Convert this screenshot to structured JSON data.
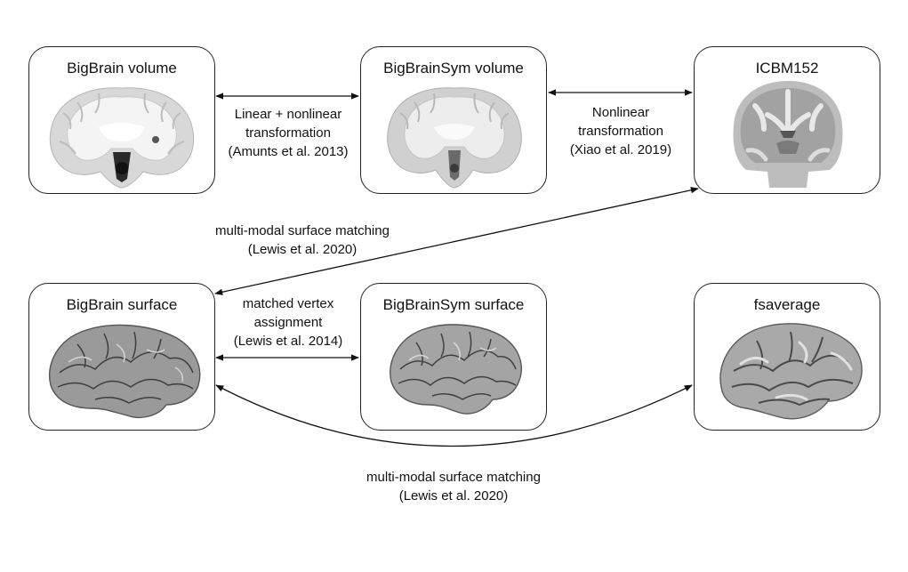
{
  "boxes": {
    "bigbrain_volume": {
      "title": "BigBrain volume"
    },
    "bigbrainsym_volume": {
      "title": "BigBrainSym volume"
    },
    "icbm152": {
      "title": "ICBM152"
    },
    "bigbrain_surface": {
      "title": "BigBrain surface"
    },
    "bigbrainsym_surface": {
      "title": "BigBrainSym surface"
    },
    "fsaverage": {
      "title": "fsaverage"
    }
  },
  "edges": {
    "linear_nonlinear": [
      "Linear + nonlinear",
      "transformation",
      "(Amunts et al. 2013)"
    ],
    "nonlinear": [
      "Nonlinear",
      "transformation",
      "(Xiao et al. 2019)"
    ],
    "mmsm_upper": [
      "multi-modal surface matching",
      "(Lewis et al. 2020)"
    ],
    "matched_vertex": [
      "matched vertex",
      "assignment",
      "(Lewis et al. 2014)"
    ],
    "mmsm_lower": [
      "multi-modal surface matching",
      "(Lewis et al. 2020)"
    ]
  }
}
